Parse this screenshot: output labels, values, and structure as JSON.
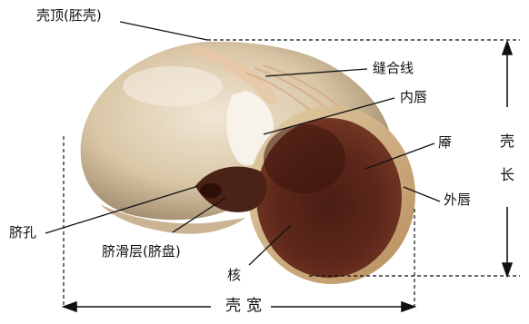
{
  "labels": {
    "apex": "壳顶(胚壳)",
    "suture": "缝合线",
    "inner_lip": "内唇",
    "aperture": "厣",
    "outer_lip": "外唇",
    "umbilicus": "脐孔",
    "callus": "脐滑层(脐盘)",
    "axis": "核",
    "width": "壳宽",
    "length_top": "壳",
    "length_bottom": "长"
  },
  "colors": {
    "shell_light": "#e9ddc8",
    "shell_mid": "#cdb796",
    "shell_dark": "#8f7a5c",
    "aperture_dark": "#3b1710",
    "aperture_mid": "#6a2d1f",
    "lip_rim": "#c8a77a",
    "line": "#111111"
  }
}
